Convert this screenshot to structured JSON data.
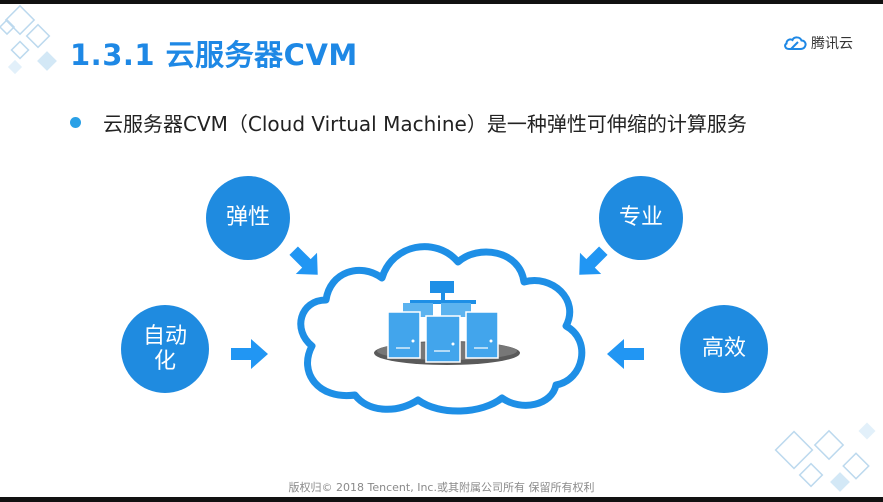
{
  "slide": {
    "title": "1.3.1 云服务器CVM",
    "bullet": "云服务器CVM（Cloud Virtual Machine）是一种弹性可伸缩的计算服务",
    "footer": "版权归© 2018 Tencent, Inc.或其附属公司所有 保留所有权利"
  },
  "logo": {
    "text": "腾讯云",
    "icon": "tencent-cloud-logo-icon"
  },
  "features": {
    "elasticity": "弹性",
    "professional": "专业",
    "automation_line1": "自动",
    "automation_line2": "化",
    "efficient": "高效"
  },
  "center": {
    "icon": "server-cluster-icon"
  },
  "colors": {
    "accent": "#1e88e5",
    "bubble": "#1f8be0",
    "arrow": "#2196f3",
    "cloud_outline": "#1e8fe6"
  }
}
